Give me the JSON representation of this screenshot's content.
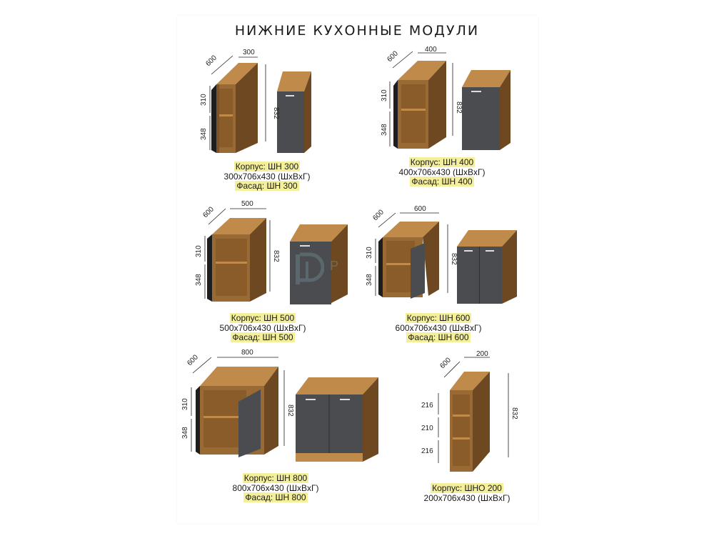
{
  "title": "НИЖНИЕ КУХОННЫЕ МОДУЛИ",
  "watermark": "P",
  "modules": [
    {
      "name": "ШН 300",
      "korpus": "Корпус: ШН 300",
      "size": "300x706x430 (ШxВxГ)",
      "fasad": "Фасад: ШН 300",
      "dims": {
        "depth": "600",
        "width": "300",
        "upper": "310",
        "lower": "348",
        "height": "832"
      }
    },
    {
      "name": "ШН 400",
      "korpus": "Корпус: ШН 400",
      "size": "400x706x430 (ШxВxГ)",
      "fasad": "Фасад: ШН 400",
      "dims": {
        "depth": "600",
        "width": "400",
        "upper": "310",
        "lower": "348",
        "height": "832"
      }
    },
    {
      "name": "ШН 500",
      "korpus": "Корпус: ШН 500",
      "size": "500x706x430 (ШxВxГ)",
      "fasad": "Фасад: ШН 500",
      "dims": {
        "depth": "600",
        "width": "500",
        "upper": "310",
        "lower": "348",
        "height": "832"
      }
    },
    {
      "name": "ШН 600",
      "korpus": "Корпус: ШН 600",
      "size": "600x706x430 (ШxВxГ)",
      "fasad": "Фасад: ШН 600",
      "dims": {
        "depth": "600",
        "width": "600",
        "upper": "310",
        "lower": "348",
        "height": "832"
      }
    },
    {
      "name": "ШН 800",
      "korpus": "Корпус: ШН 800",
      "size": "800x706x430 (ШxВxГ)",
      "fasad": "Фасад: ШН 800",
      "dims": {
        "depth": "600",
        "width": "800",
        "upper": "310",
        "lower": "348",
        "height": "832"
      }
    },
    {
      "name": "ШНО 200",
      "korpus": "Корпус: ШНО 200",
      "size": "200x706x430 (ШxВxГ)",
      "dims": {
        "depth": "600",
        "width": "200",
        "s1": "216",
        "s2": "210",
        "s3": "216",
        "height": "832"
      }
    }
  ],
  "colors": {
    "wood": "#9a6a34",
    "wood_dark": "#6e4820",
    "wood_light": "#c08a4a",
    "facade": "#4a4c50",
    "highlight": "#f4ef9a"
  }
}
